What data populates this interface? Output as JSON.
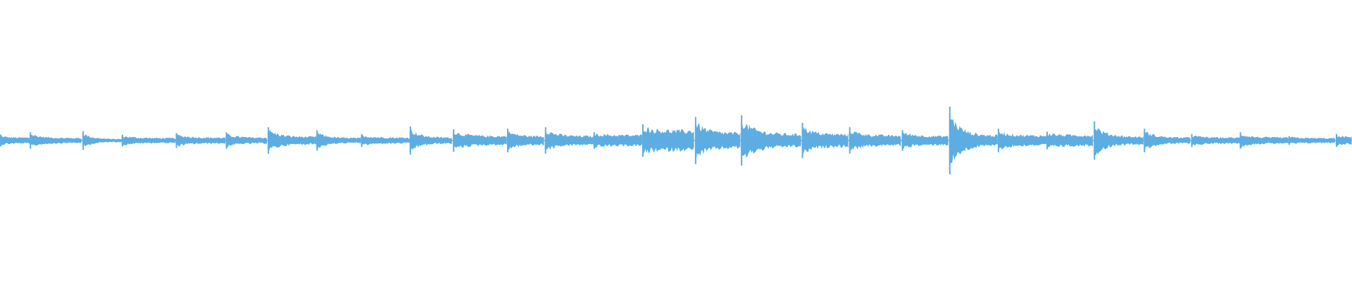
{
  "waveform": {
    "color": "#5dade2",
    "background": "#ffffff",
    "segments": [
      {
        "start": 0.0,
        "end": 0.022,
        "onset_amp": 0.02,
        "decay_amp": 0.012
      },
      {
        "start": 0.022,
        "end": 0.061,
        "onset_amp": 0.028,
        "decay_amp": 0.01
      },
      {
        "start": 0.061,
        "end": 0.09,
        "onset_amp": 0.032,
        "decay_amp": 0.006
      },
      {
        "start": 0.09,
        "end": 0.13,
        "onset_amp": 0.02,
        "decay_amp": 0.01
      },
      {
        "start": 0.13,
        "end": 0.167,
        "onset_amp": 0.025,
        "decay_amp": 0.012
      },
      {
        "start": 0.167,
        "end": 0.198,
        "onset_amp": 0.028,
        "decay_amp": 0.012
      },
      {
        "start": 0.198,
        "end": 0.234,
        "onset_amp": 0.045,
        "decay_amp": 0.015
      },
      {
        "start": 0.234,
        "end": 0.267,
        "onset_amp": 0.035,
        "decay_amp": 0.01
      },
      {
        "start": 0.267,
        "end": 0.303,
        "onset_amp": 0.022,
        "decay_amp": 0.012
      },
      {
        "start": 0.303,
        "end": 0.335,
        "onset_amp": 0.048,
        "decay_amp": 0.012
      },
      {
        "start": 0.335,
        "end": 0.375,
        "onset_amp": 0.038,
        "decay_amp": 0.018
      },
      {
        "start": 0.375,
        "end": 0.403,
        "onset_amp": 0.04,
        "decay_amp": 0.018
      },
      {
        "start": 0.403,
        "end": 0.439,
        "onset_amp": 0.045,
        "decay_amp": 0.018
      },
      {
        "start": 0.439,
        "end": 0.475,
        "onset_amp": 0.028,
        "decay_amp": 0.022
      },
      {
        "start": 0.475,
        "end": 0.514,
        "onset_amp": 0.055,
        "decay_amp": 0.04
      },
      {
        "start": 0.514,
        "end": 0.548,
        "onset_amp": 0.08,
        "decay_amp": 0.03
      },
      {
        "start": 0.548,
        "end": 0.593,
        "onset_amp": 0.085,
        "decay_amp": 0.025
      },
      {
        "start": 0.593,
        "end": 0.628,
        "onset_amp": 0.06,
        "decay_amp": 0.025
      },
      {
        "start": 0.628,
        "end": 0.667,
        "onset_amp": 0.045,
        "decay_amp": 0.02
      },
      {
        "start": 0.667,
        "end": 0.702,
        "onset_amp": 0.035,
        "decay_amp": 0.018
      },
      {
        "start": 0.702,
        "end": 0.738,
        "onset_amp": 0.115,
        "decay_amp": 0.02
      },
      {
        "start": 0.738,
        "end": 0.774,
        "onset_amp": 0.04,
        "decay_amp": 0.02
      },
      {
        "start": 0.774,
        "end": 0.809,
        "onset_amp": 0.03,
        "decay_amp": 0.022
      },
      {
        "start": 0.809,
        "end": 0.846,
        "onset_amp": 0.065,
        "decay_amp": 0.015
      },
      {
        "start": 0.846,
        "end": 0.881,
        "onset_amp": 0.04,
        "decay_amp": 0.012
      },
      {
        "start": 0.881,
        "end": 0.917,
        "onset_amp": 0.022,
        "decay_amp": 0.012
      },
      {
        "start": 0.917,
        "end": 0.953,
        "onset_amp": 0.028,
        "decay_amp": 0.012
      },
      {
        "start": 0.953,
        "end": 0.988,
        "onset_amp": 0.015,
        "decay_amp": 0.01
      },
      {
        "start": 0.988,
        "end": 1.0,
        "onset_amp": 0.022,
        "decay_amp": 0.015
      }
    ]
  }
}
